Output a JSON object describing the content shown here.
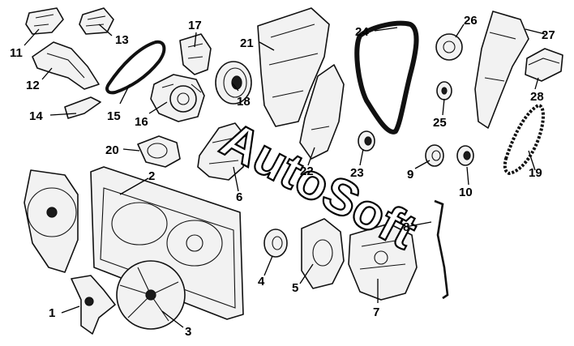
{
  "watermark": "AutoSoft",
  "colors": {
    "line": "#111111",
    "fill": "#f2f2f2",
    "background": "#ffffff"
  },
  "callouts": [
    "1",
    "2",
    "3",
    "4",
    "5",
    "6",
    "7",
    "8",
    "9",
    "10",
    "11",
    "12",
    "13",
    "14",
    "15",
    "16",
    "17",
    "18",
    "19",
    "20",
    "21",
    "22",
    "23",
    "24",
    "25",
    "26",
    "27",
    "28"
  ]
}
